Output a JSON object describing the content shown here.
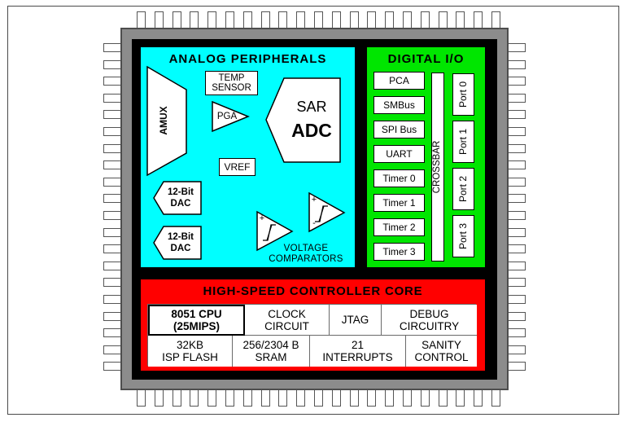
{
  "analog": {
    "title": "ANALOG PERIPHERALS",
    "amux": "AMUX",
    "temp_sensor": [
      "TEMP",
      "SENSOR"
    ],
    "pga": "PGA",
    "adc": [
      "SAR",
      "ADC"
    ],
    "vref": "VREF",
    "dac_1": [
      "12-Bit",
      "DAC"
    ],
    "dac_2": [
      "12-Bit",
      "DAC"
    ],
    "comparator_plus": "+",
    "comparator_minus": "-",
    "comparators_label": [
      "VOLTAGE",
      "COMPARATORS"
    ]
  },
  "digital": {
    "title": "DIGITAL I/O",
    "blocks": [
      "PCA",
      "SMBus",
      "SPI Bus",
      "UART",
      "Timer 0",
      "Timer 1",
      "Timer 2",
      "Timer 3"
    ],
    "crossbar": "CROSSBAR",
    "ports": [
      "Port 0",
      "Port 1",
      "Port 2",
      "Port 3"
    ]
  },
  "core": {
    "title": "HIGH-SPEED CONTROLLER CORE",
    "cpu": [
      "8051 CPU",
      "(25MIPS)"
    ],
    "clock": [
      "CLOCK",
      "CIRCUIT"
    ],
    "jtag": "JTAG",
    "debug": [
      "DEBUG",
      "CIRCUITRY"
    ],
    "flash": [
      "32KB",
      "ISP FLASH"
    ],
    "sram": [
      "256/2304 B",
      "SRAM"
    ],
    "interrupts": [
      "21",
      "INTERRUPTS"
    ],
    "sanity": [
      "SANITY",
      "CONTROL"
    ]
  },
  "colors": {
    "analog_bg": "#00ffff",
    "digital_bg": "#00e600",
    "core_bg": "#ff0000",
    "die_bg": "#000000",
    "package": "#8c8c8c"
  }
}
